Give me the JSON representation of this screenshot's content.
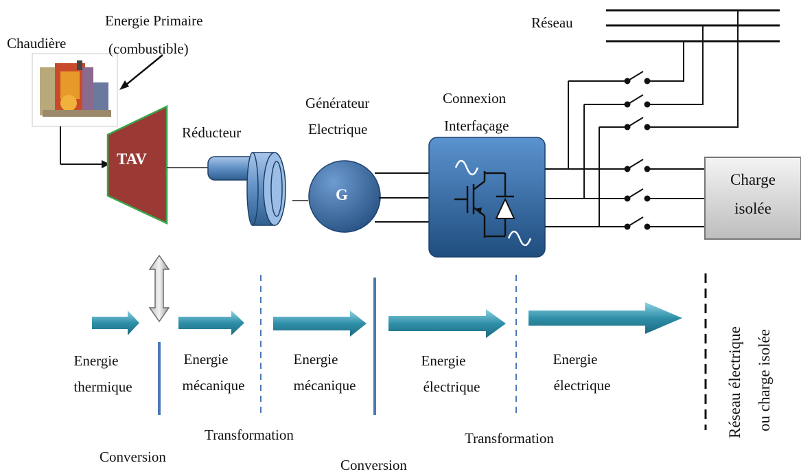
{
  "labels": {
    "chaudiere": "Chaudière",
    "energie_primaire_l1": "Energie Primaire",
    "energie_primaire_l2": "(combustible)",
    "tav": "TAV",
    "reducteur": "Réducteur",
    "generateur_l1": "Générateur",
    "generateur_l2": "Electrique",
    "generator_symbol": "G",
    "connexion_l1": "Connexion",
    "connexion_l2": "Interfaçage",
    "reseau": "Réseau",
    "charge_l1": "Charge",
    "charge_l2": "isolée"
  },
  "energy_stages": [
    {
      "l1": "Energie",
      "l2": "thermique"
    },
    {
      "l1": "Energie",
      "l2": "mécanique"
    },
    {
      "l1": "Energie",
      "l2": "mécanique"
    },
    {
      "l1": "Energie",
      "l2": "électrique"
    },
    {
      "l1": "Energie",
      "l2": "électrique"
    }
  ],
  "processes": {
    "conversion_1": "Conversion",
    "transformation_1": "Transformation",
    "conversion_2": "Conversion",
    "transformation_2": "Transformation"
  },
  "final_label": {
    "l1": "Réseau électrique",
    "l2": "ou charge isolée"
  },
  "colors": {
    "turbine": "#9b3a35",
    "turbine_border": "#3aa64a",
    "blue_dark": "#2f5f8f",
    "blue_light": "#5f8fc4",
    "arrow_teal": "#2f8fa8",
    "solid_divider": "#4a78b8",
    "dashed_divider": "#4a78b8"
  }
}
